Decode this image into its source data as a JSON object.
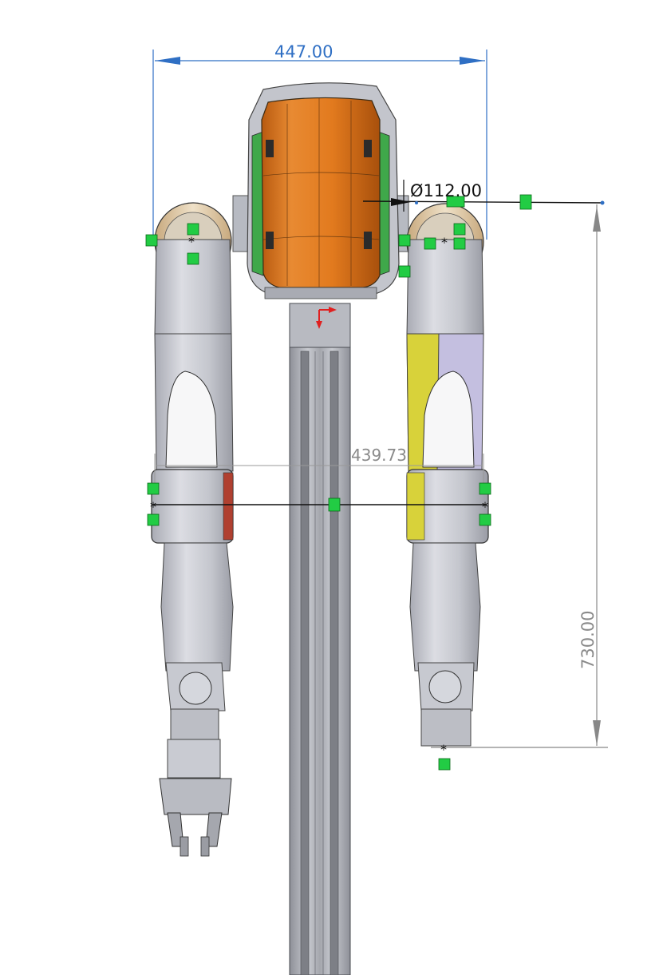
{
  "dimensions": {
    "top_width": "447.00",
    "shoulder_diameter": "Ø112.00",
    "elbow_span": "439.73",
    "arm_height": "730.00"
  },
  "colors": {
    "dimension_blue": "#2f6fc4",
    "dimension_gray": "#7a7a7a",
    "torso_orange": "#e07a1f",
    "arm_gray": "#c9cbd2",
    "arm_yellow": "#d8d23a",
    "arm_purple": "#b8aedc",
    "constraint_green": "#22cc44",
    "origin_red": "#e02020"
  },
  "icons": {
    "constraint": "constraint-marker-icon",
    "origin": "origin-axis-icon",
    "point": "sketch-point-icon"
  }
}
